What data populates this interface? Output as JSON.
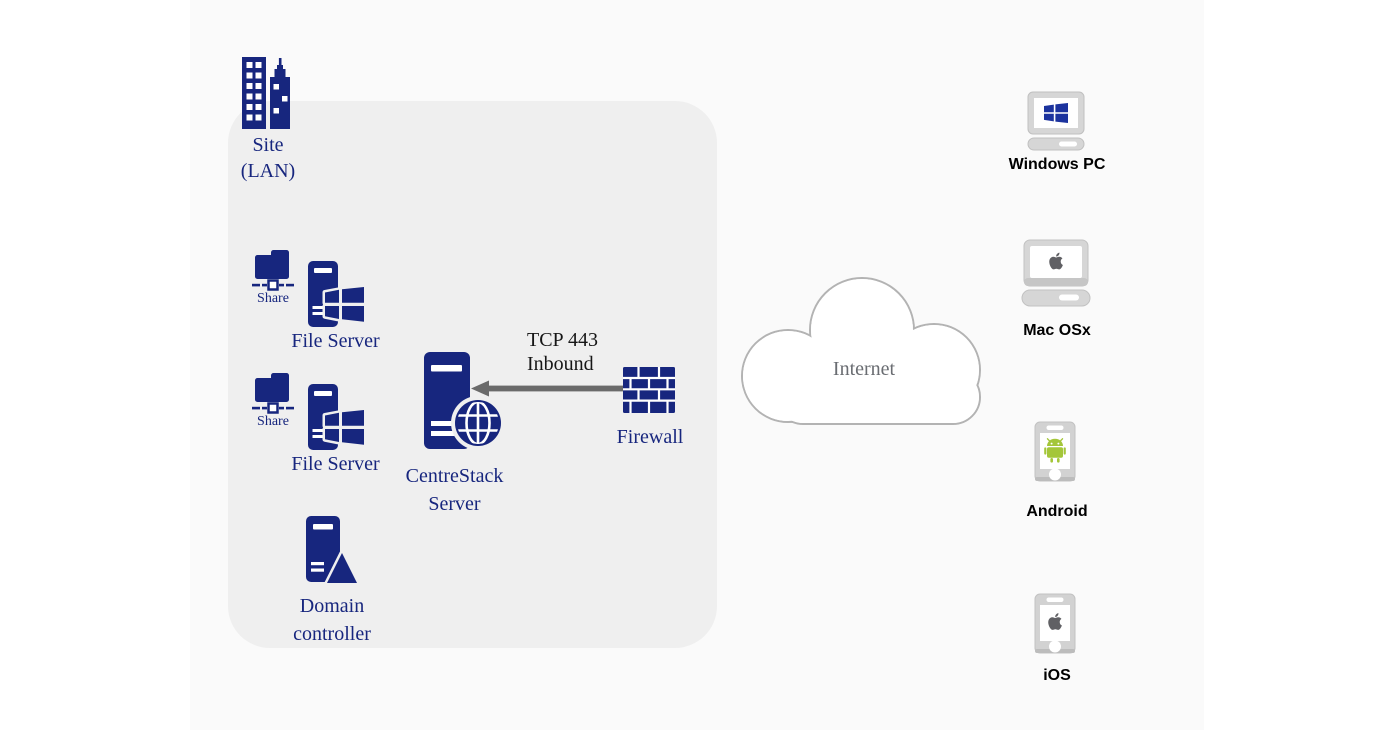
{
  "diagram": {
    "site": {
      "label_line1": "Site",
      "label_line2": "(LAN)"
    },
    "file_server_groups": [
      {
        "share_label": "Share",
        "server_label": "File Server"
      },
      {
        "share_label": "Share",
        "server_label": "File Server"
      }
    ],
    "domain_controller": {
      "label_line1": "Domain",
      "label_line2": "controller"
    },
    "centrestack_server": {
      "label_line1": "CentreStack",
      "label_line2": "Server"
    },
    "connection": {
      "line1": "TCP 443",
      "line2": "Inbound"
    },
    "firewall": {
      "label": "Firewall"
    },
    "internet": {
      "label": "Internet"
    },
    "devices": [
      {
        "id": "windows-pc",
        "label": "Windows PC"
      },
      {
        "id": "mac-osx",
        "label": "Mac OSx"
      },
      {
        "id": "android",
        "label": "Android"
      },
      {
        "id": "ios",
        "label": "iOS"
      }
    ]
  },
  "colors": {
    "navy": "#17267E",
    "panel_gray": "#EFEFEF",
    "arrow_gray": "#6A6A6A",
    "cloud_outline": "#B3B3B3",
    "device_gray": "#D6D6D6",
    "windows_logo_blue": "#1C339E",
    "android_green": "#A4C639",
    "apple_gray": "#606064"
  }
}
